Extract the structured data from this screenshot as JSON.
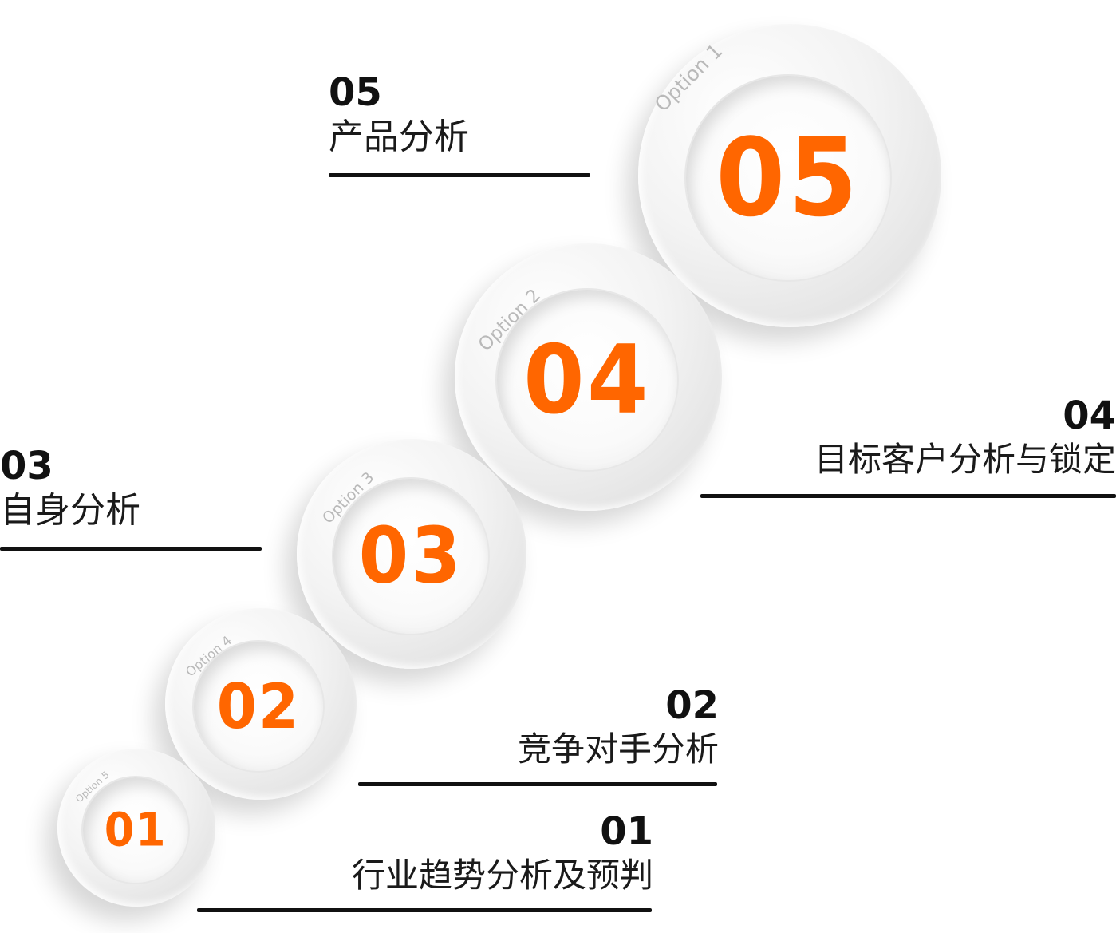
{
  "circles": [
    {
      "number": "05",
      "option": "Option 1"
    },
    {
      "number": "04",
      "option": "Option 2"
    },
    {
      "number": "03",
      "option": "Option 3"
    },
    {
      "number": "02",
      "option": "Option 4"
    },
    {
      "number": "01",
      "option": "Option 5"
    }
  ],
  "labels": [
    {
      "number": "05",
      "text": "产品分析"
    },
    {
      "number": "04",
      "text": "目标客户分析与锁定"
    },
    {
      "number": "03",
      "text": "自身分析"
    },
    {
      "number": "02",
      "text": "竞争对手分析"
    },
    {
      "number": "01",
      "text": "行业趋势分析及预判"
    }
  ],
  "colors": {
    "accent": "#ff6600",
    "text": "#111111"
  }
}
